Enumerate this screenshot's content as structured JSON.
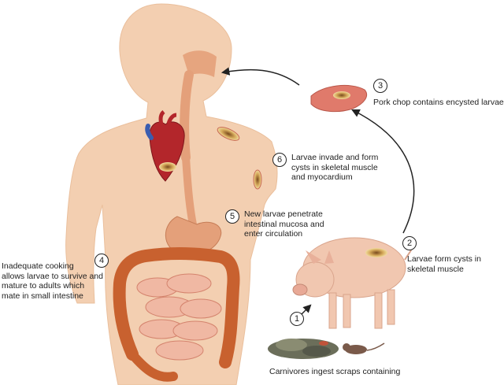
{
  "steps": [
    {
      "number": "1",
      "text": "Carnivores ingest scraps containing"
    },
    {
      "number": "2",
      "text": "Larvae form cysts in\nskeletal muscle"
    },
    {
      "number": "3",
      "text": "Pork chop contains encysted larvae"
    },
    {
      "number": "4",
      "text": "Inadequate cooking\nallows larvae to survive and\nmature to adults which\nmate in small intestine"
    },
    {
      "number": "5",
      "text": "New larvae penetrate\nintestinal mucosa and\nenter circulation"
    },
    {
      "number": "6",
      "text": "Larvae invade and form\ncysts in skeletal muscle\nand myocardium"
    }
  ],
  "colors": {
    "body": "#f3cfb1",
    "digestive_tract": "#e4a07a",
    "heart": "#b3262b",
    "intestine": "#c8612f",
    "cyst": "#d5a95a",
    "pig": "#f1c7b0",
    "pork": "#e07a6b"
  },
  "icons": [
    "human-body-illustration",
    "heart-illustration",
    "pig-illustration",
    "pork-chop-illustration",
    "rat-illustration",
    "scraps-illustration"
  ]
}
